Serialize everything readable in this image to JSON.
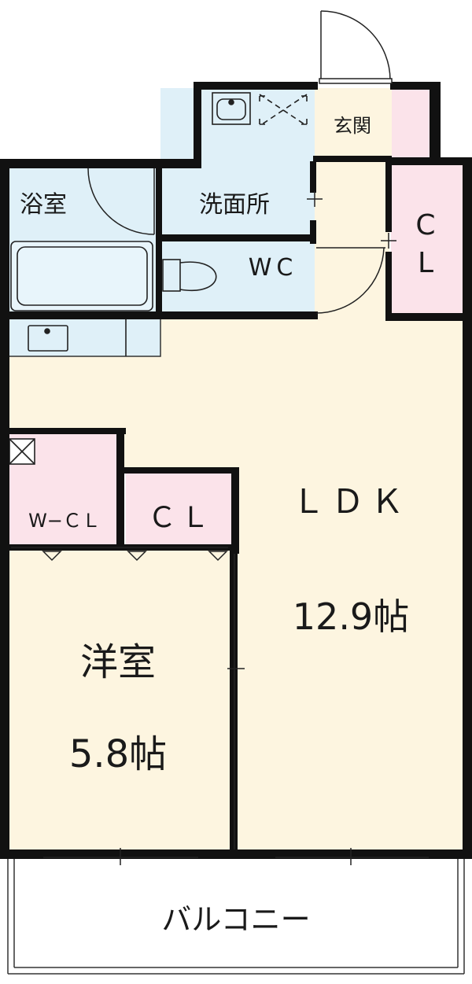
{
  "rooms": {
    "genkan": "玄関",
    "bath": "浴室",
    "washroom": "洗面所",
    "wc": "WC",
    "closet_right_c": "C",
    "closet_right_l": "L",
    "ldk_name": "ＬＤＫ",
    "ldk_size": "12.9帖",
    "wcl": "W−ＣＬ",
    "closet_mid": "ＣＬ",
    "western_name": "洋室",
    "western_size": "5.8帖",
    "balcony": "バルコニー"
  },
  "colors": {
    "wall": "#111111",
    "wet_area": "#dff0f8",
    "living_floor": "#fdf5e0",
    "closet": "#fbe3ea",
    "balcony": "#ffffff"
  }
}
